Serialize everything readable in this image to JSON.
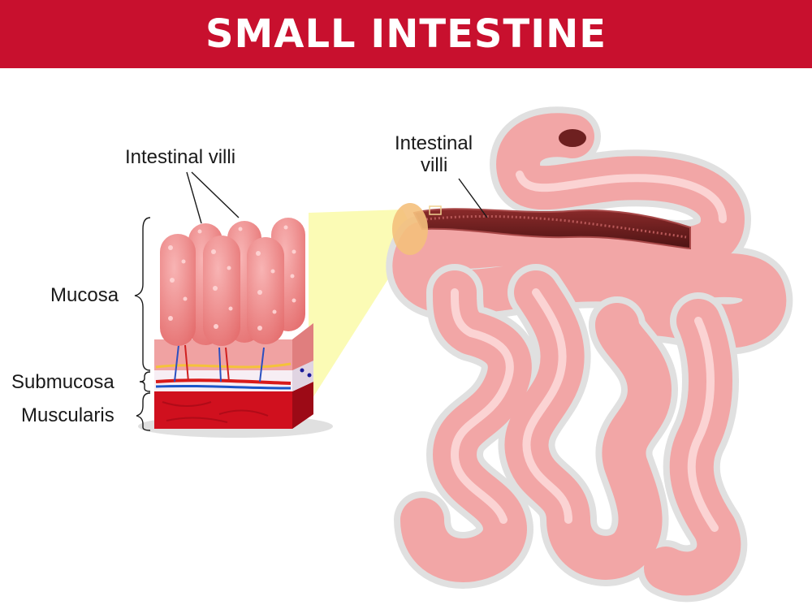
{
  "title": "SMALL INTESTINE",
  "labels": {
    "villi_left": "Intestinal villi",
    "villi_right_line1": "Intestinal",
    "villi_right_line2": "villi",
    "mucosa": "Mucosa",
    "submucosa": "Submucosa",
    "muscularis": "Muscularis"
  },
  "colors": {
    "title_bar": "#c8102e",
    "intestine": "#f2a6a6",
    "intestine_light": "#f9d0d0",
    "villi": "#f08f8f",
    "muscularis": "#d0101e",
    "lumen": "#6e2020",
    "highlight_cone": "#fafaa8"
  }
}
